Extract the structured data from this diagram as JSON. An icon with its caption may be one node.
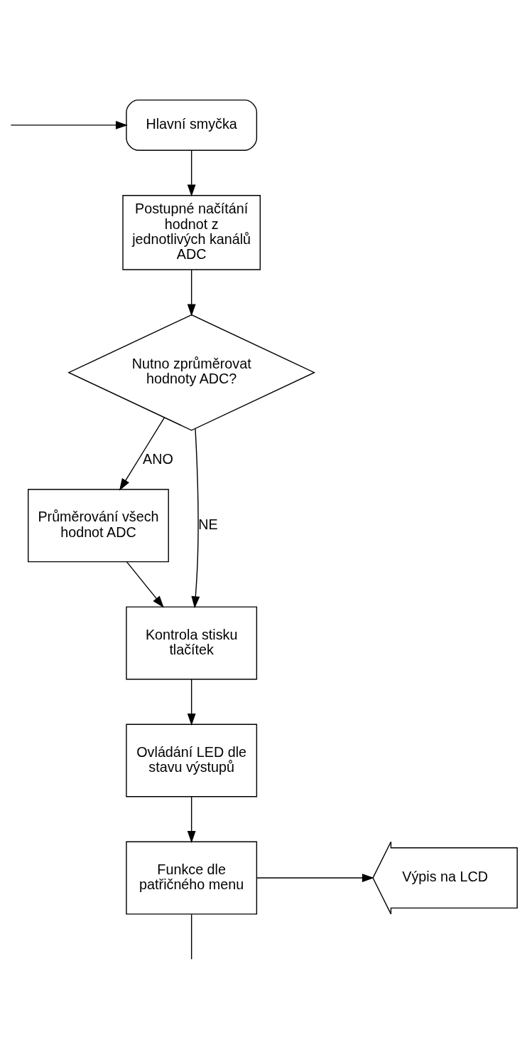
{
  "diagram": {
    "nodes": [
      {
        "text": [
          "Hlavní smyčka"
        ]
      },
      {
        "text": [
          "Postupné načítání hodnot z jednotlivých kanálů ADC"
        ]
      },
      {
        "text": [
          "Nutno zprůměrovat hodnoty ADC?"
        ]
      },
      {
        "text": [
          "Průměrování všech hodnot ADC"
        ]
      },
      {
        "text": [
          "Kontrola stisku tlačítek"
        ]
      },
      {
        "text": [
          "Ovládání LED dle stavu výstupů"
        ]
      },
      {
        "text": [
          "Funkce dle patřičného menu"
        ]
      },
      {
        "text": [
          "Výpis na LCD"
        ]
      }
    ],
    "edges": [
      {
        "from": null,
        "to": 0,
        "arrow": "to"
      },
      {
        "from": 0,
        "to": 1,
        "arrow": "to"
      },
      {
        "from": 1,
        "to": 2,
        "arrow": "to"
      },
      {
        "from": 2,
        "to": 3,
        "arrow": "to",
        "label": "ANO"
      },
      {
        "from": 2,
        "to": 4,
        "arrow": "to",
        "label": "NE"
      },
      {
        "from": 3,
        "to": 4,
        "arrow": "to"
      },
      {
        "from": 4,
        "to": 5,
        "arrow": "to"
      },
      {
        "from": 5,
        "to": 6,
        "arrow": "to"
      },
      {
        "from": 6,
        "to": 7,
        "arrow": "to"
      },
      {
        "from": 6,
        "to": null,
        "arrow": "none"
      }
    ]
  }
}
